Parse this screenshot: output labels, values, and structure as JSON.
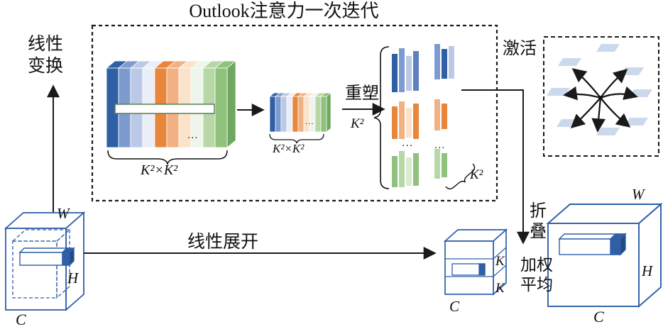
{
  "title": "Outlook注意力一次迭代",
  "flow_labels": {
    "linear_transform": "线性\n变换",
    "reshape": "重塑",
    "activation": "激活",
    "linear_unfold": "线性展开",
    "fold": "折\n叠",
    "weighted_average": "加权\n平均"
  },
  "math_labels": {
    "k2xk2_big_stack": "K²×K²",
    "k2xk2_small_stack": "K²×K²",
    "k2_reshape": "K²",
    "k2_matrix": "K²",
    "left_cube": {
      "width": "W",
      "height": "H",
      "channels": "C"
    },
    "kernel_block": {
      "k_height": "K",
      "k_width": "K",
      "channels": "C"
    },
    "output_cube": {
      "width": "W",
      "height": "H",
      "channels": "C"
    },
    "ellipsis": "..."
  },
  "palette": {
    "cube_outline": "#2d5fa8",
    "blue_dark": "#2f5fa5",
    "blue_mid": "#7e9bd0",
    "blue_light": "#bcc9e6",
    "orange": "#e8873c",
    "orange_light": "#f2b182",
    "orange_pale": "#fbe2ca",
    "green": "#8fc27c",
    "green_light": "#b7d8a6",
    "green_pale": "#d8ebcd",
    "attention_patch": "#ccd8ec",
    "arrow": "#1a1a1a"
  }
}
